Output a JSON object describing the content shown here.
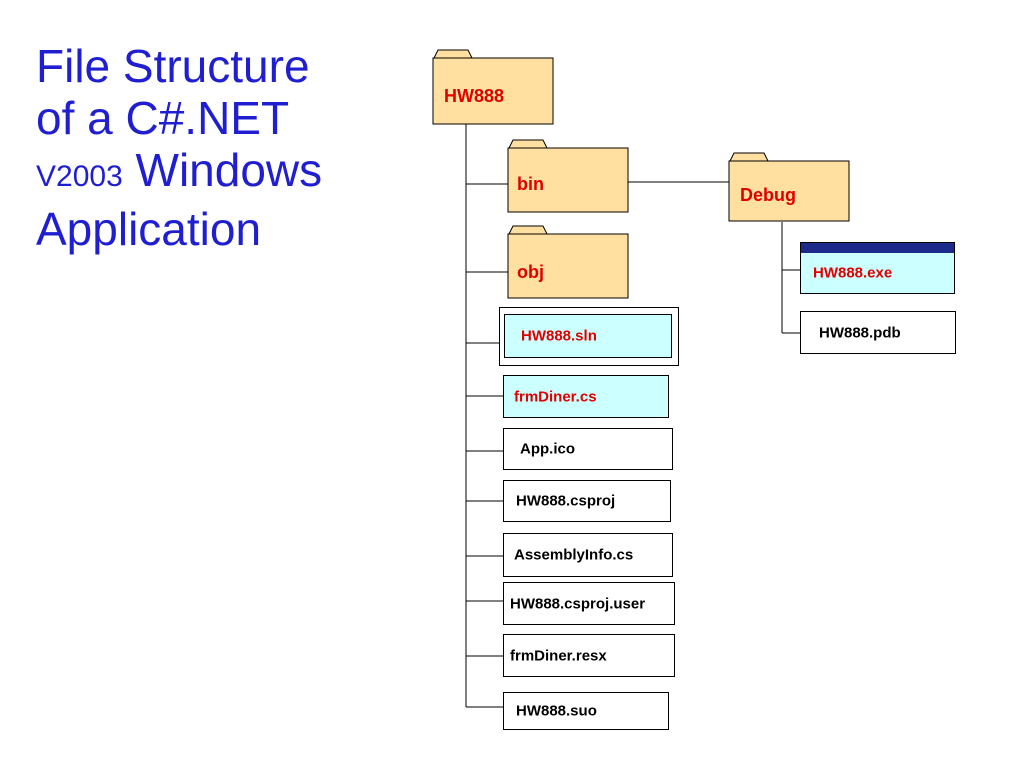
{
  "title": {
    "line1": "File Structure",
    "line2": "of a C#.NET",
    "line3_small": "V2003",
    "line3_rest": " Windows",
    "line4": "Application"
  },
  "folders": {
    "root": "HW888",
    "bin": "bin",
    "obj": "obj",
    "debug": "Debug"
  },
  "root_files": [
    "HW888.sln",
    "frmDiner.cs",
    "App.ico",
    "HW888.csproj",
    "AssemblyInfo.cs",
    "HW888.csproj.user",
    "frmDiner.resx",
    "HW888.suo"
  ],
  "debug_files": [
    "HW888.exe",
    "HW888.pdb"
  ],
  "colors": {
    "title": "#1f1fd1",
    "folder_fill": "#ffe0a0",
    "label_red": "#e00000",
    "highlight_fill": "#ccffff",
    "exe_bar": "#1c2a8a"
  }
}
